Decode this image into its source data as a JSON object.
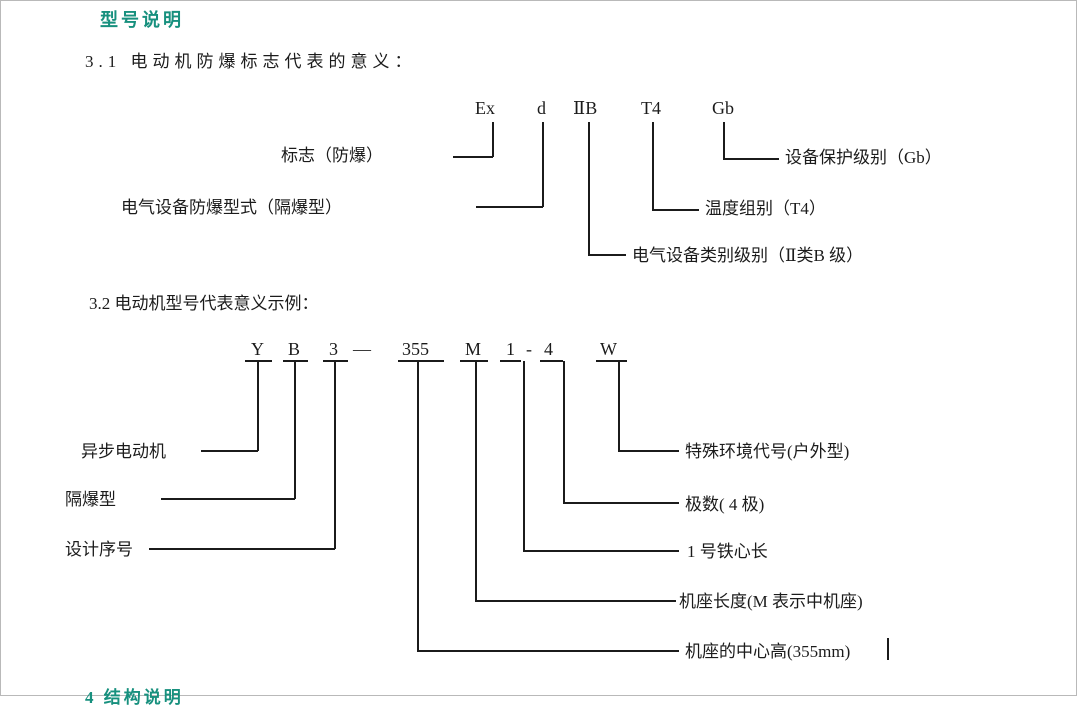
{
  "doc": {
    "title": "型号说明",
    "s31": {
      "heading": "3.1  电动机防爆标志代表的意义：",
      "code": [
        "Ex",
        "d",
        "ⅡB",
        "T4",
        "Gb"
      ],
      "label_mark": "标志（防爆）",
      "label_type": "电气设备防爆型式（隔爆型）",
      "label_category": "电气设备类别级别（Ⅱ类B 级）",
      "label_temp": "温度组别（T4）",
      "label_protection": "设备保护级别（Gb）"
    },
    "s32": {
      "heading": "3.2 电动机型号代表意义示例：",
      "code": [
        "Y",
        "B",
        "3",
        "—",
        "355",
        "M",
        "1",
        "-",
        "4",
        "W"
      ],
      "label_async": "异步电动机",
      "label_flameproof": "隔爆型",
      "label_design": "设计序号",
      "label_special": "特殊环境代号(户外型)",
      "label_poles": "极数( 4 极)",
      "label_core": "1 号铁心长",
      "label_frame_length": "机座长度(M 表示中机座)",
      "label_center_height": "机座的中心高(355mm)"
    },
    "footer_partial": "4  结构说明"
  },
  "colors": {
    "heading_teal": "#17907E",
    "body_text": "#1B1B1B",
    "line": "#1B1B1B"
  }
}
